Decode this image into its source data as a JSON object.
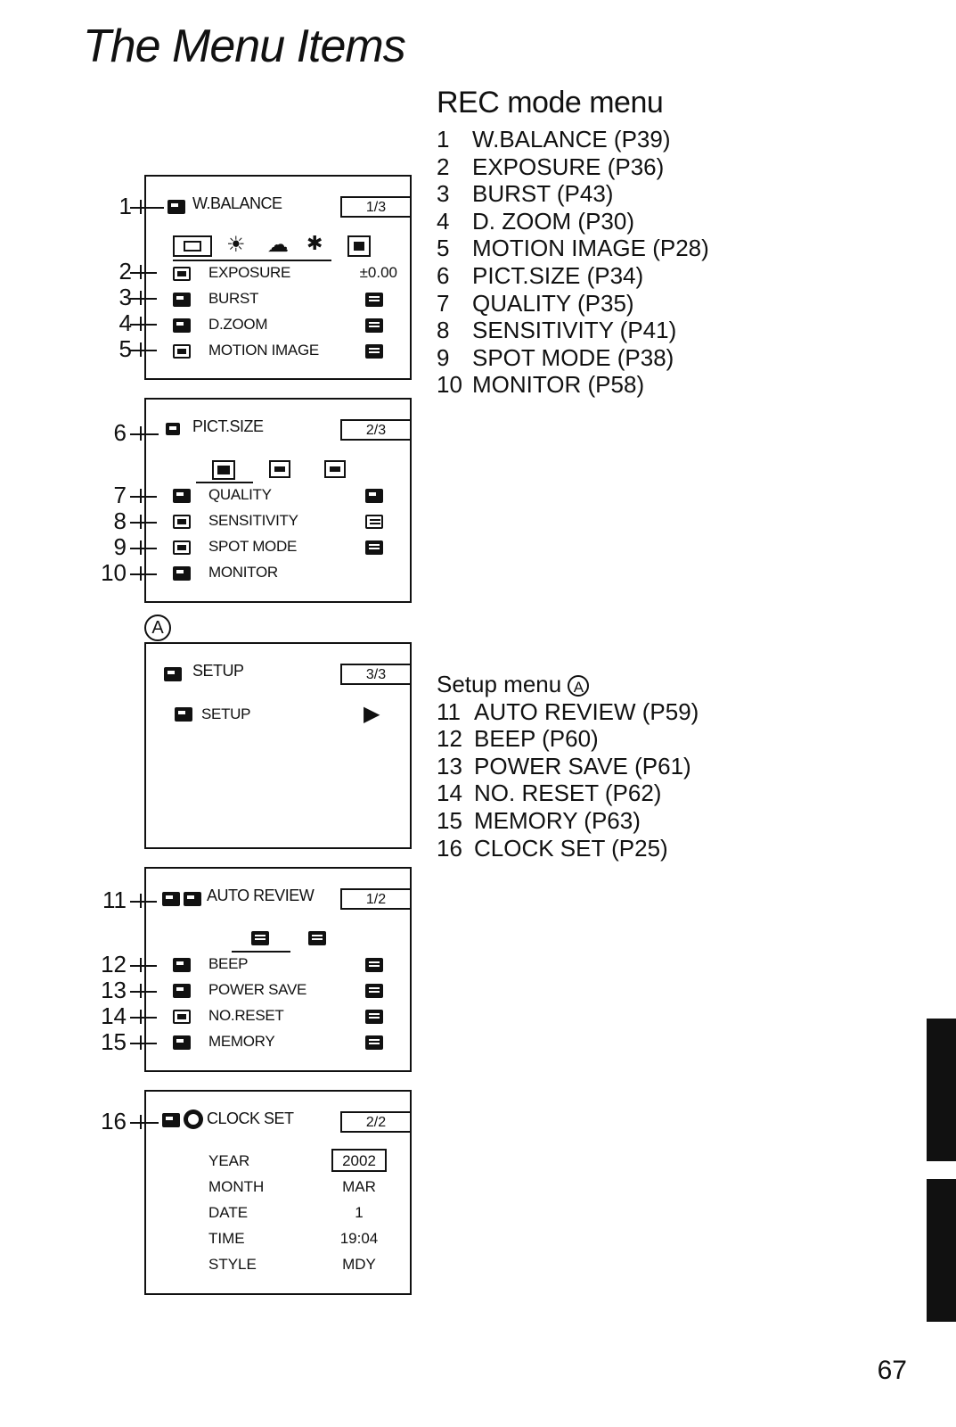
{
  "page_title": "The Menu Items",
  "rec_menu": {
    "heading": "REC mode menu",
    "items": [
      {
        "num": "1",
        "text": "W.BALANCE (P39)"
      },
      {
        "num": "2",
        "text": "EXPOSURE (P36)"
      },
      {
        "num": "3",
        "text": "BURST (P43)"
      },
      {
        "num": "4",
        "text": "D. ZOOM (P30)"
      },
      {
        "num": "5",
        "text": "MOTION IMAGE (P28)"
      },
      {
        "num": "6",
        "text": "PICT.SIZE (P34)"
      },
      {
        "num": "7",
        "text": "QUALITY (P35)"
      },
      {
        "num": "8",
        "text": "SENSITIVITY (P41)"
      },
      {
        "num": "9",
        "text": "SPOT MODE (P38)"
      },
      {
        "num": "10",
        "text": "MONITOR (P58)"
      }
    ]
  },
  "setup_menu": {
    "heading": "Setup menu",
    "heading_mark": "A",
    "items": [
      {
        "num": "11",
        "text": "AUTO REVIEW (P59)"
      },
      {
        "num": "12",
        "text": "BEEP (P60)"
      },
      {
        "num": "13",
        "text": "POWER SAVE (P61)"
      },
      {
        "num": "14",
        "text": "NO. RESET (P62)"
      },
      {
        "num": "15",
        "text": "MEMORY (P63)"
      },
      {
        "num": "16",
        "text": "CLOCK SET (P25)"
      }
    ]
  },
  "screen1": {
    "title": "W.BALANCE",
    "pager": "1/3",
    "rows": [
      {
        "label": "EXPOSURE",
        "value": "±0.00"
      },
      {
        "label": "BURST"
      },
      {
        "label": "D.ZOOM"
      },
      {
        "label": "MOTION IMAGE"
      }
    ],
    "callouts": [
      "1",
      "2",
      "3",
      "4",
      "5"
    ]
  },
  "screen2": {
    "title": "PICT.SIZE",
    "pager": "2/3",
    "rows": [
      {
        "label": "QUALITY"
      },
      {
        "label": "SENSITIVITY"
      },
      {
        "label": "SPOT MODE"
      },
      {
        "label": "MONITOR"
      }
    ],
    "callouts": [
      "6",
      "7",
      "8",
      "9",
      "10"
    ]
  },
  "marker_a": "A",
  "screen3": {
    "title": "SETUP",
    "pager": "3/3",
    "row_label": "SETUP",
    "arrow": "▶"
  },
  "screen4": {
    "title": "AUTO REVIEW",
    "pager": "1/2",
    "rows": [
      {
        "label": "BEEP"
      },
      {
        "label": "POWER SAVE"
      },
      {
        "label": "NO.RESET"
      },
      {
        "label": "MEMORY"
      }
    ],
    "callouts": [
      "11",
      "12",
      "13",
      "14",
      "15"
    ]
  },
  "screen5": {
    "title": "CLOCK SET",
    "pager": "2/2",
    "rows": [
      {
        "label": "YEAR",
        "value": "2002"
      },
      {
        "label": "MONTH",
        "value": "MAR"
      },
      {
        "label": "DATE",
        "value": "1"
      },
      {
        "label": "TIME",
        "value": "19:04"
      },
      {
        "label": "STYLE",
        "value": "MDY"
      }
    ],
    "callout": "16"
  },
  "page_number": "67"
}
